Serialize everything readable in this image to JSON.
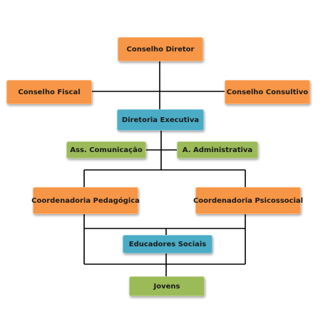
{
  "org_chart": {
    "conselho_diretor": "Conselho Diretor",
    "conselho_fiscal": "Conselho Fiscal",
    "conselho_consultivo": "Conselho Consultivo",
    "diretoria_executiva": "Diretoria Executiva",
    "ass_comunicacao": "Ass. Comunicação",
    "a_administrativa": "A. Administrativa",
    "coordenadoria_pedagogica": "Coordenadoria Pedagógica",
    "coordenadoria_psicossocial": "Coordenadoria Psicossocial",
    "educadores_sociais": "Educadores Sociais",
    "jovens": "Jovens"
  },
  "colors": {
    "orange": "#f79646",
    "blue": "#4bacc6",
    "green": "#9bbb59",
    "connector": "#000000"
  }
}
